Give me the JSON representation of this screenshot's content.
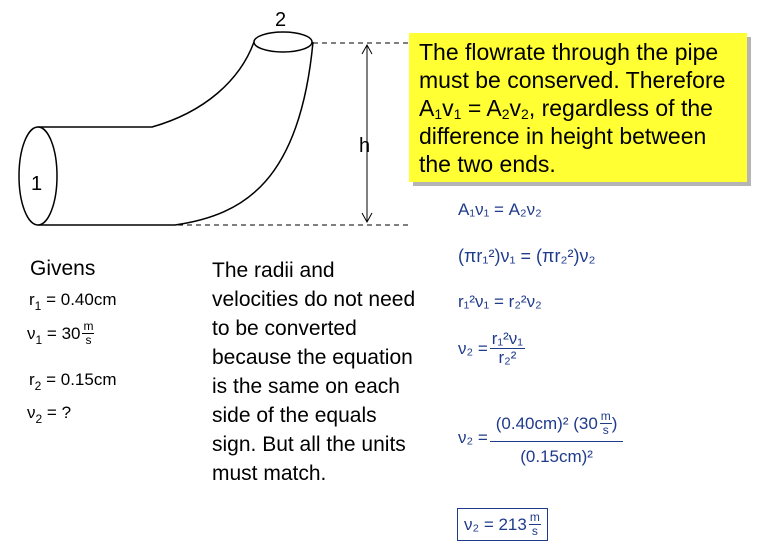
{
  "diagram": {
    "end_label_1": "1",
    "end_label_2": "2",
    "height_label": "h"
  },
  "note": {
    "line1": "The flowrate through the pipe",
    "line2": "must be conserved. Therefore",
    "eq_A1": "A",
    "eq_s1": "1",
    "eq_v1": "v",
    "eq_s2": "1",
    "eq_eq": " = ",
    "eq_A2": "A",
    "eq_s3": "2",
    "eq_v2": "v",
    "eq_s4": "2",
    "eq_tail": ", regardless of the",
    "line4": "difference in height between",
    "line5": "the two ends."
  },
  "givens": {
    "title": "Givens",
    "r1": "r",
    "r1_sub": "1",
    "r1_val": "= 0.40cm",
    "v1": "ν",
    "v1_sub": "1",
    "v1_val": "= 30",
    "v1_unit_top": "m",
    "v1_unit_bot": "s",
    "r2": "r",
    "r2_sub": "2",
    "r2_val": "= 0.15cm",
    "v2": "ν",
    "v2_sub": "2",
    "v2_val": "= ?"
  },
  "explanation": {
    "text": "The radii and velocities do not need to be converted because the equation is the same on each side of the equals sign. But all the units must match."
  },
  "equations": {
    "e1": "A₁ν₁ = A₂ν₂",
    "e2": "(πr₁²)ν₁ = (πr₂²)ν₂",
    "e3": "r₁²ν₁ = r₂²ν₂",
    "e4_lhs": "ν₂ =",
    "e4_num": "r₁²ν₁",
    "e4_den": "r₂²",
    "e5_lhs": "ν₂ =",
    "e5_num_a": "(0.40cm)²",
    "e5_num_b": "(30",
    "e5_num_unit_top": "m",
    "e5_num_unit_bot": "s",
    "e5_num_close": ")",
    "e5_den": "(0.15cm)²",
    "answer_lhs": "ν₂ = 213",
    "answer_unit_top": "m",
    "answer_unit_bot": "s"
  },
  "colors": {
    "note_bg": "#ffff33",
    "equation_text": "#1f3b8c"
  }
}
